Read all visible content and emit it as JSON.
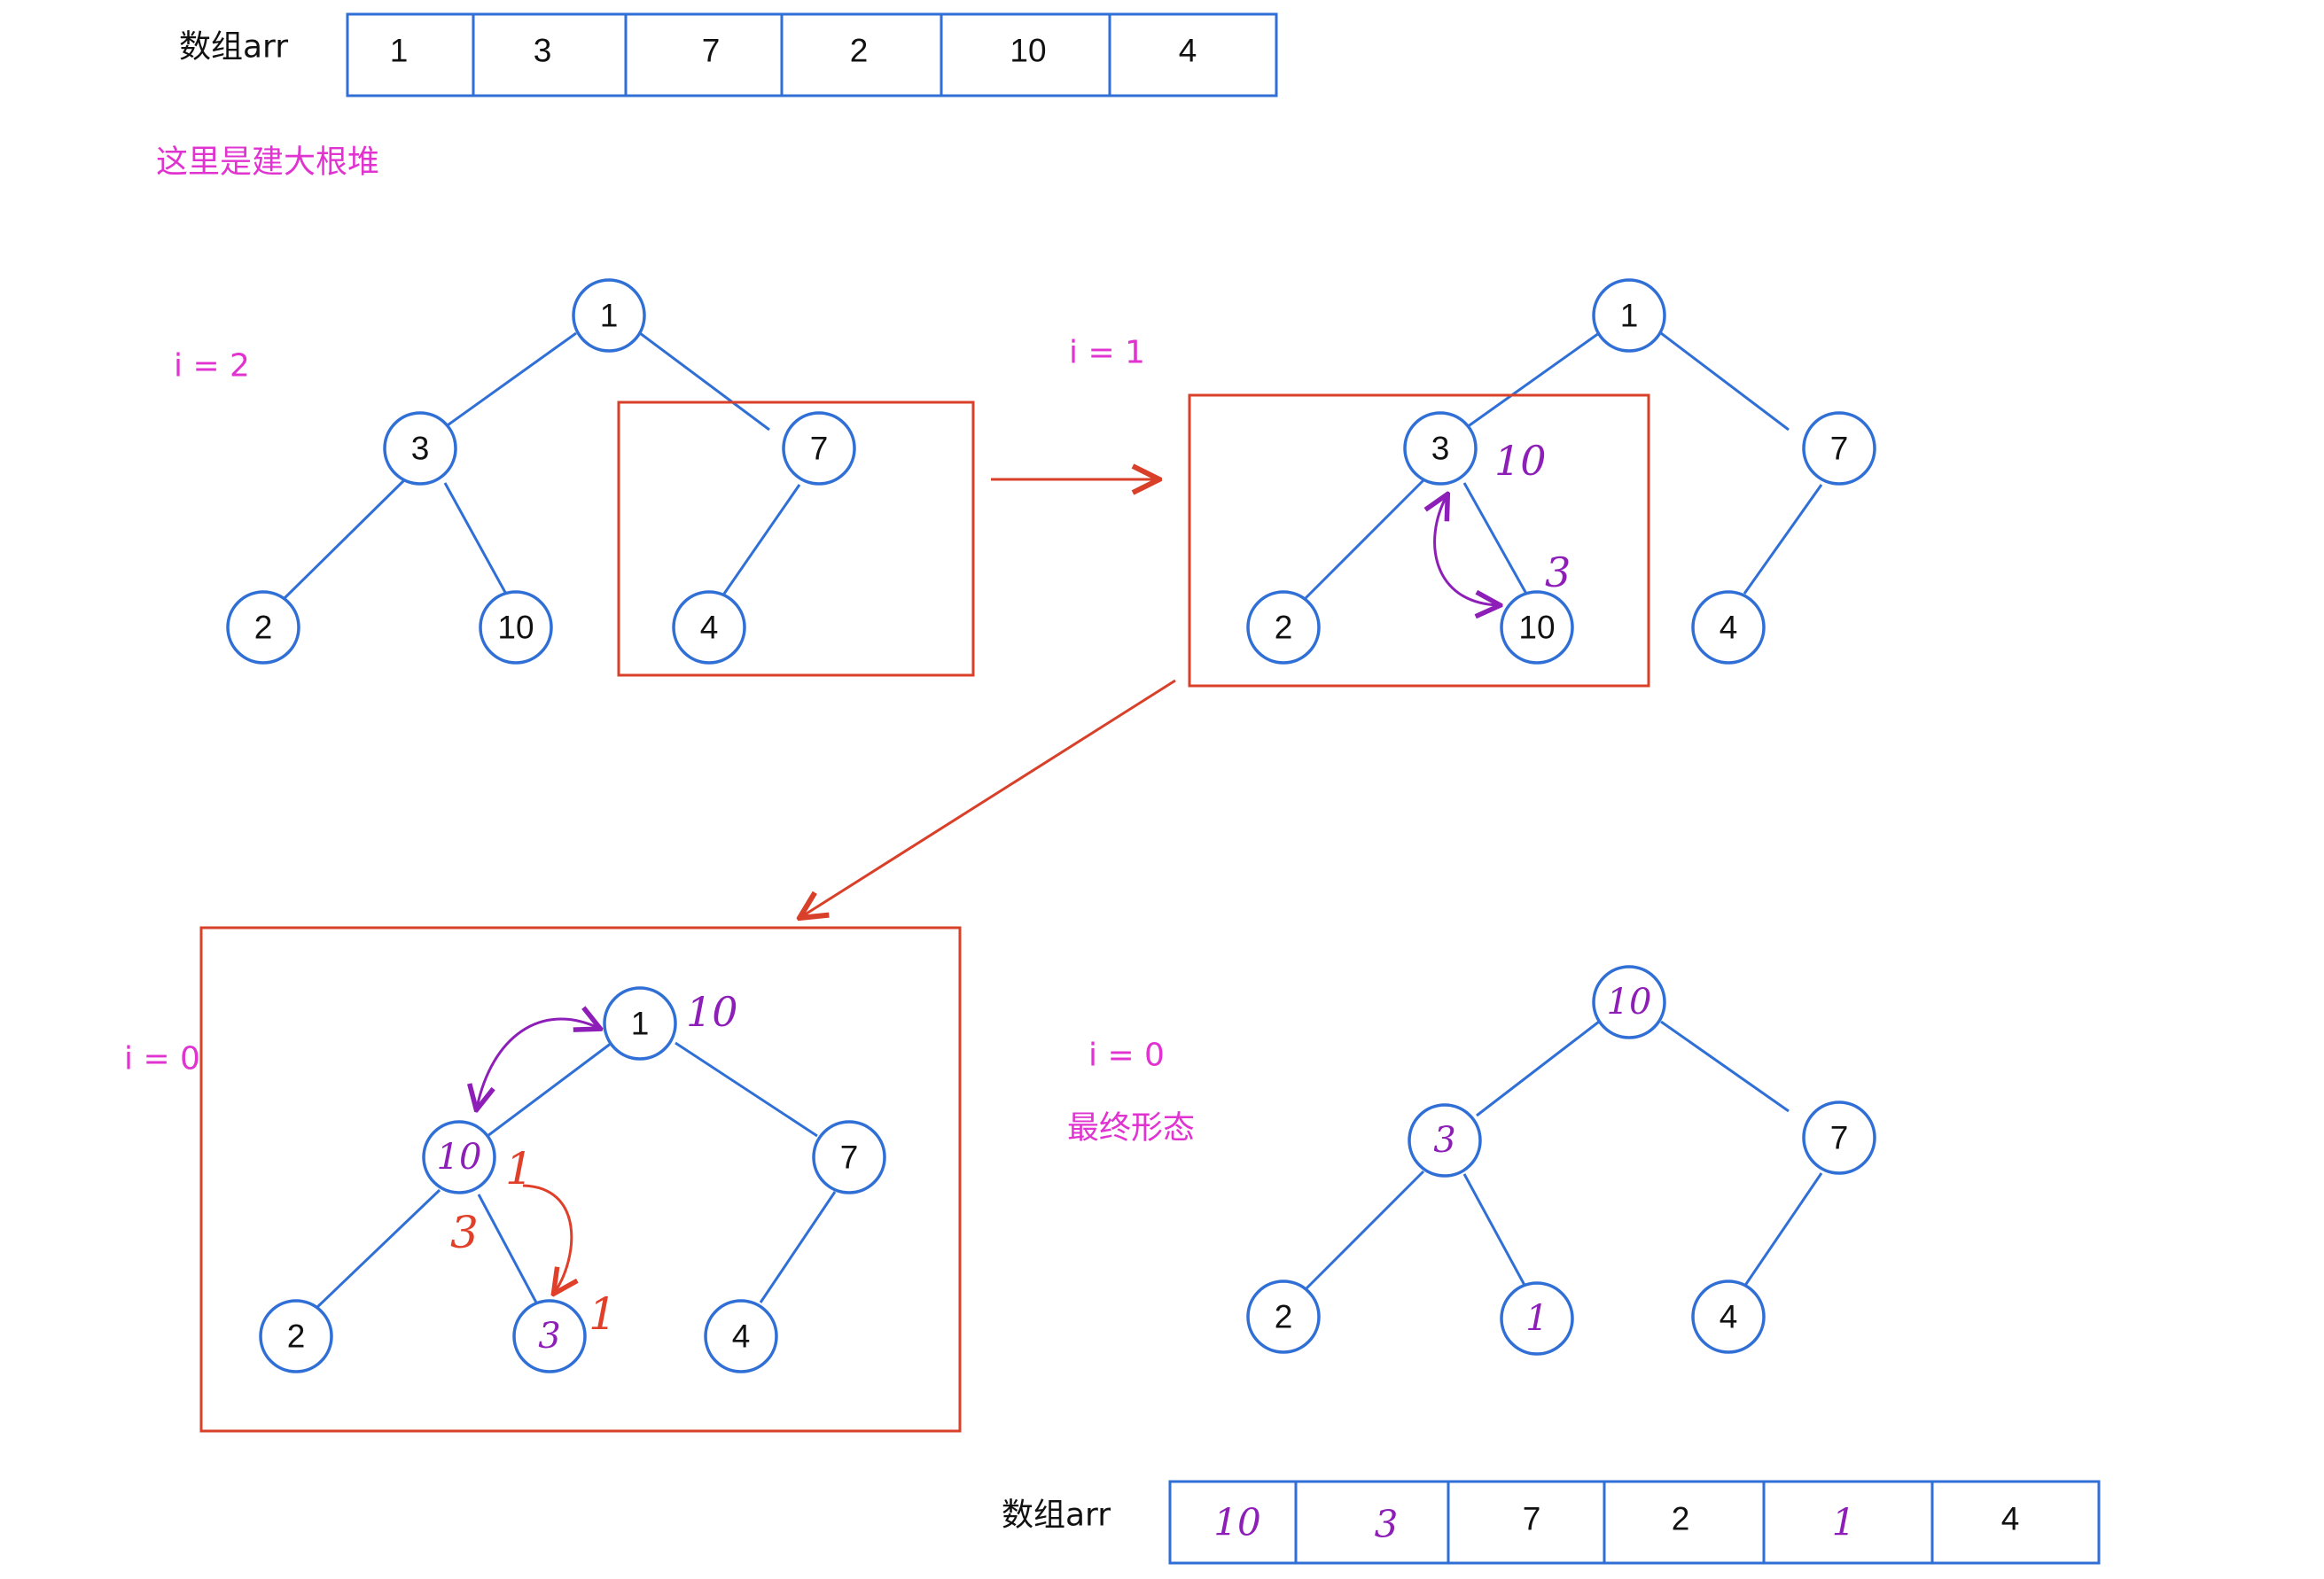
{
  "top_array": {
    "label": "数组arr",
    "values": [
      "1",
      "3",
      "7",
      "2",
      "10",
      "4"
    ]
  },
  "bottom_array": {
    "label": "数组arr",
    "values": [
      "10",
      "3",
      "7",
      "2",
      "1",
      "4"
    ],
    "handwritten": [
      true,
      true,
      false,
      false,
      true,
      false
    ]
  },
  "heading": "这里是建大根堆",
  "steps": {
    "step1": {
      "label": "i = 2"
    },
    "step2": {
      "label": "i = 1"
    },
    "step3": {
      "label": "i = 0"
    },
    "step4": {
      "label": "i = 0",
      "caption": "最终形态"
    }
  },
  "trees": {
    "tree1": {
      "nodes": [
        "1",
        "3",
        "7",
        "2",
        "10",
        "4"
      ]
    },
    "tree2": {
      "nodes": [
        "1",
        "3",
        "7",
        "2",
        "10",
        "4"
      ]
    },
    "tree3": {
      "nodes": [
        "1",
        "10",
        "7",
        "2",
        "3",
        "4"
      ]
    },
    "tree4": {
      "nodes": [
        "10",
        "3",
        "7",
        "2",
        "1",
        "4"
      ]
    }
  },
  "annotations": {
    "tree2_at_node3": "10",
    "tree2_at_node10": "3",
    "tree3_at_root": "10",
    "tree3_at_left_red": "3",
    "tree3_at_left_purple": "1",
    "tree3_at_leaf": "1"
  },
  "colors": {
    "tree_blue": "#2f6fd6",
    "highlight_red": "#d9402a",
    "label_magenta": "#e033d0",
    "handwriting_purple": "#8d1fb8"
  }
}
